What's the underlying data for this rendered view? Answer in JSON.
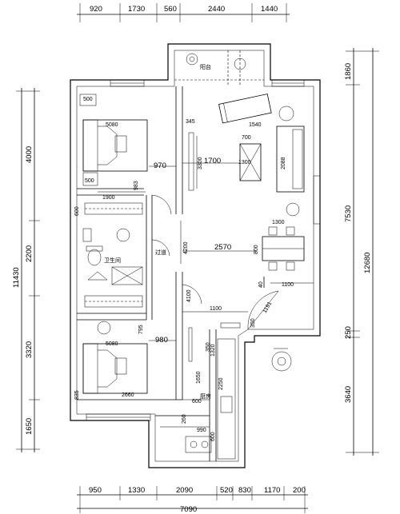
{
  "top_dims": [
    "920",
    "1730",
    "560",
    "2440",
    "1440"
  ],
  "bottom_dims_row1": [
    "950",
    "1330",
    "2090",
    "520",
    "830",
    "1170",
    "200"
  ],
  "bottom_total": "7090",
  "left_dims": [
    "4000",
    "2200",
    "3320",
    "1650"
  ],
  "left_total": "11430",
  "right_dims": [
    "1860",
    "7530",
    "250",
    "3640"
  ],
  "right_total": "12680",
  "interior_dims": [
    "500",
    "5080",
    "970",
    "1700",
    "345",
    "1540",
    "700",
    "1300",
    "2088",
    "3300",
    "500",
    "1900",
    "983",
    "600",
    "2570",
    "800",
    "1300",
    "1100",
    "1100",
    "1191",
    "5080",
    "980",
    "795",
    "600",
    "990",
    "260",
    "4200",
    "4100",
    "1320",
    "2250",
    "600",
    "350",
    "350",
    "1650",
    "835",
    "2660",
    "40"
  ],
  "room_labels": {
    "balcony": "阳台",
    "bathroom": "卫生间",
    "corridor": "过道",
    "kitchen": "厨房"
  }
}
